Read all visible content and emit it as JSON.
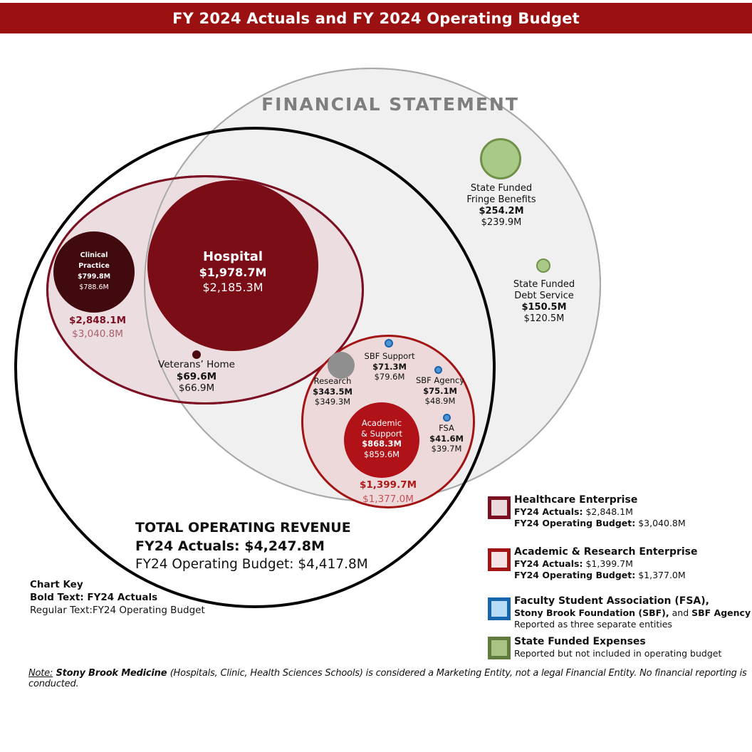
{
  "title_bar": {
    "title": "FY 2024 Actuals and FY 2024 Operating Budget"
  },
  "financial_statement": {
    "label": "FINANCIAL STATEMENT"
  },
  "colors": {
    "brand_red": "#9B1111",
    "hospital_red": "#7B0D16",
    "clinical_maroon": "#410A0E",
    "healthcare_fill": "#ECDEE0",
    "healthcare_border": "#7B1022",
    "academic_fill": "#EDD9D9",
    "academic_border": "#A31414",
    "academic_support_red": "#B11218",
    "research_gray": "#8F8F8F",
    "state_green_fill": "#A9C987",
    "state_green_border": "#71914A",
    "entity_blue_fill": "#4E94D2",
    "entity_blue_border": "#1864AE",
    "statement_gray_text": "#7E7E7E"
  },
  "bubbles": {
    "hospital": {
      "name": "Hospital",
      "actuals": "$1,978.7M",
      "budget": "$2,185.3M"
    },
    "clinical_practice": {
      "name_line1": "Clinical",
      "name_line2": "Practice",
      "actuals": "$799.8M",
      "budget": "$788.6M"
    },
    "veterans_home": {
      "name": "Veterans’ Home",
      "actuals": "$69.6M",
      "budget": "$66.9M"
    },
    "research": {
      "name": "Research",
      "actuals": "$343.5M",
      "budget": "$349.3M"
    },
    "sbf_support": {
      "name": "SBF Support",
      "actuals": "$71.3M",
      "budget": "$79.6M"
    },
    "sbf_agency": {
      "name": "SBF Agency",
      "actuals": "$75.1M",
      "budget": "$48.9M"
    },
    "fsa": {
      "name": "FSA",
      "actuals": "$41.6M",
      "budget": "$39.7M"
    },
    "academic_support": {
      "name_line1": "Academic",
      "name_line2": "& Support",
      "actuals": "$868.3M",
      "budget": "$859.6M"
    },
    "state_fringe": {
      "name_line1": "State Funded",
      "name_line2": "Fringe Benefits",
      "actuals": "$254.2M",
      "budget": "$239.9M"
    },
    "state_debt": {
      "name_line1": "State Funded",
      "name_line2": "Debt Service",
      "actuals": "$150.5M",
      "budget": "$120.5M"
    }
  },
  "group_totals": {
    "healthcare": {
      "actuals": "$2,848.1M",
      "budget": "$3,040.8M"
    },
    "academic": {
      "actuals": "$1,399.7M",
      "budget": "$1,377.0M"
    }
  },
  "total_revenue": {
    "title": "TOTAL OPERATING REVENUE",
    "actuals_line": "FY24 Actuals: $4,247.8M",
    "budget_line": "FY24 Operating Budget: $4,417.8M"
  },
  "chart_key": {
    "title": "Chart Key",
    "bold_line": "Bold Text: FY24 Actuals",
    "regular_line": "Regular Text:FY24 Operating Budget"
  },
  "legend": {
    "items": [
      {
        "title": "Healthcare Enterprise",
        "actuals_label": "FY24 Actuals:",
        "actuals_value": " $2,848.1M",
        "budget_label": "FY24 Operating Budget:",
        "budget_value": " $3,040.8M"
      },
      {
        "title": "Academic & Research Enterprise",
        "actuals_label": "FY24 Actuals:",
        "actuals_value": " $1,399.7M",
        "budget_label": "FY24 Operating Budget:",
        "budget_value": " $1,377.0M"
      },
      {
        "title_line1": "Faculty Student Association (FSA),",
        "title_line2_bold1": "Stony Brook Foundation (SBF),",
        "title_line2_regular": " and ",
        "title_line2_bold2": "SBF Agency",
        "subtitle": "Reported as three separate entities"
      },
      {
        "title": "State Funded Expenses",
        "subtitle": "Reported but not included in operating budget"
      }
    ]
  },
  "note": {
    "label": "Note:",
    "entity": " Stony Brook Medicine ",
    "text": "(Hospitals, Clinic, Health Sciences Schools) is considered a Marketing Entity, not a legal Financial Entity. No financial reporting is conducted."
  }
}
